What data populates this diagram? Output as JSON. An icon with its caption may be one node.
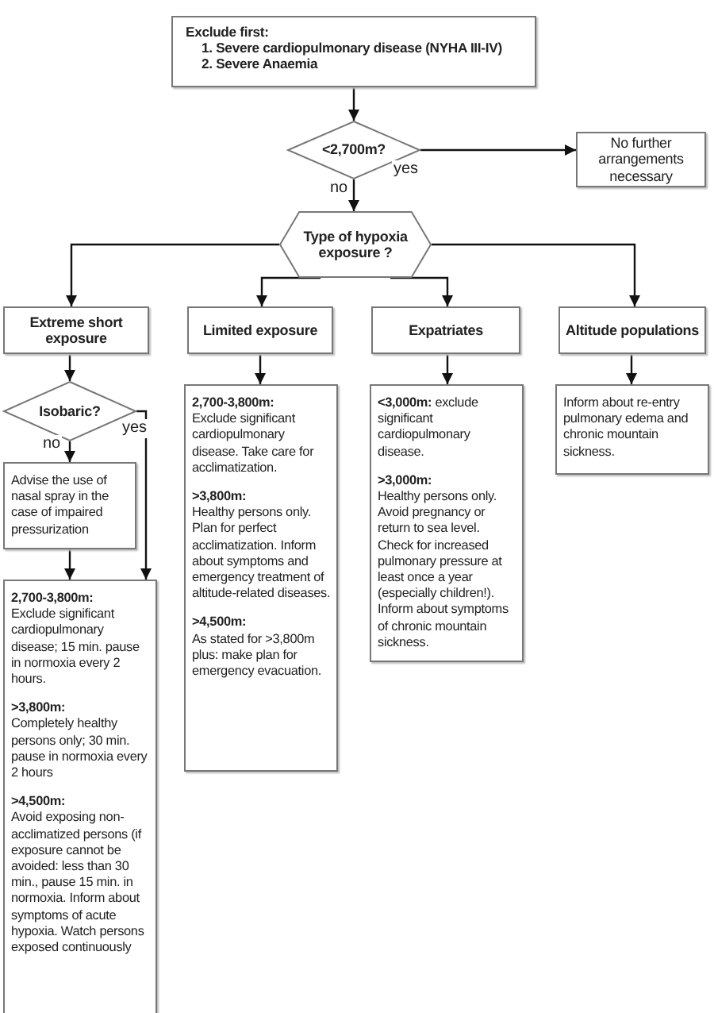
{
  "diagram": {
    "nodes": [
      {
        "text": [
          "Exclude first:",
          "1. Severe cardiopulmonary disease (NYHA III-IV)",
          "2. Severe Anaemia"
        ]
      },
      {
        "text": [
          "<2,700m?"
        ]
      },
      {
        "text": [
          "No further arrangements necessary"
        ]
      },
      {
        "text": [
          "Type of hypoxia exposure ?"
        ]
      },
      {
        "text": [
          "Extreme short exposure"
        ]
      },
      {
        "text": [
          "Limited exposure"
        ]
      },
      {
        "text": [
          "Expatriates"
        ]
      },
      {
        "text": [
          "Altitude populations"
        ]
      },
      {
        "text": [
          "Isobaric?"
        ]
      },
      {
        "text": [
          "Advise the use of nasal spray in the case of impaired pressurization"
        ]
      },
      {
        "text": [
          "2,700-3,800m:",
          "Exclude significant cardiopulmonary disease. Take care for acclimatization.",
          ">3,800m:",
          "Healthy persons only. Plan for perfect acclimatization. Inform about symptoms and emergency treatment of altitude-related diseases.",
          ">4,500m:",
          "As stated for >3,800m plus: make plan for emergency evacuation."
        ]
      },
      {
        "text": [
          "**<3,000m:** exclude significant cardiopulmonary disease.",
          ">3,000m:",
          "Healthy persons only. Avoid pregnancy or return to sea level. Check for increased pulmonary pressure at least once a year (especially children!). Inform about symptoms of chronic mountain sickness."
        ]
      },
      {
        "text": [
          "Inform about re-entry pulmonary edema and chronic mountain sickness."
        ]
      },
      {
        "text": [
          "2,700-3,800m:",
          "Exclude significant cardiopulmonary disease; 15 min. pause in normoxia every 2 hours.",
          ">3,800m:",
          "Completely healthy persons only; 30 min. pause in normoxia every 2 hours",
          ">4,500m:",
          "Avoid exposing non-acclimatized persons (if exposure cannot be avoided: less than 30 min., pause 15 min. in normoxia. Inform about symptoms of acute hypoxia. Watch persons exposed continuously"
        ]
      }
    ],
    "edges": [
      {
        "from": 0,
        "to": 1,
        "arrow": "to"
      },
      {
        "from": 1,
        "to": 2,
        "arrow": "to",
        "label": "yes"
      },
      {
        "from": 1,
        "to": 3,
        "arrow": "to",
        "label": "no"
      },
      {
        "from": 3,
        "to": 4,
        "arrow": "to"
      },
      {
        "from": 3,
        "to": 5,
        "arrow": "to"
      },
      {
        "from": 3,
        "to": 6,
        "arrow": "to"
      },
      {
        "from": 3,
        "to": 7,
        "arrow": "to"
      },
      {
        "from": 4,
        "to": 8,
        "arrow": "to"
      },
      {
        "from": 8,
        "to": 9,
        "arrow": "to",
        "label": "no"
      },
      {
        "from": 8,
        "to": 13,
        "arrow": "to",
        "label": "yes"
      },
      {
        "from": 9,
        "to": 13,
        "arrow": "to"
      },
      {
        "from": 5,
        "to": 10,
        "arrow": "to"
      },
      {
        "from": 6,
        "to": 11,
        "arrow": "to"
      },
      {
        "from": 7,
        "to": 12,
        "arrow": "to"
      }
    ]
  }
}
